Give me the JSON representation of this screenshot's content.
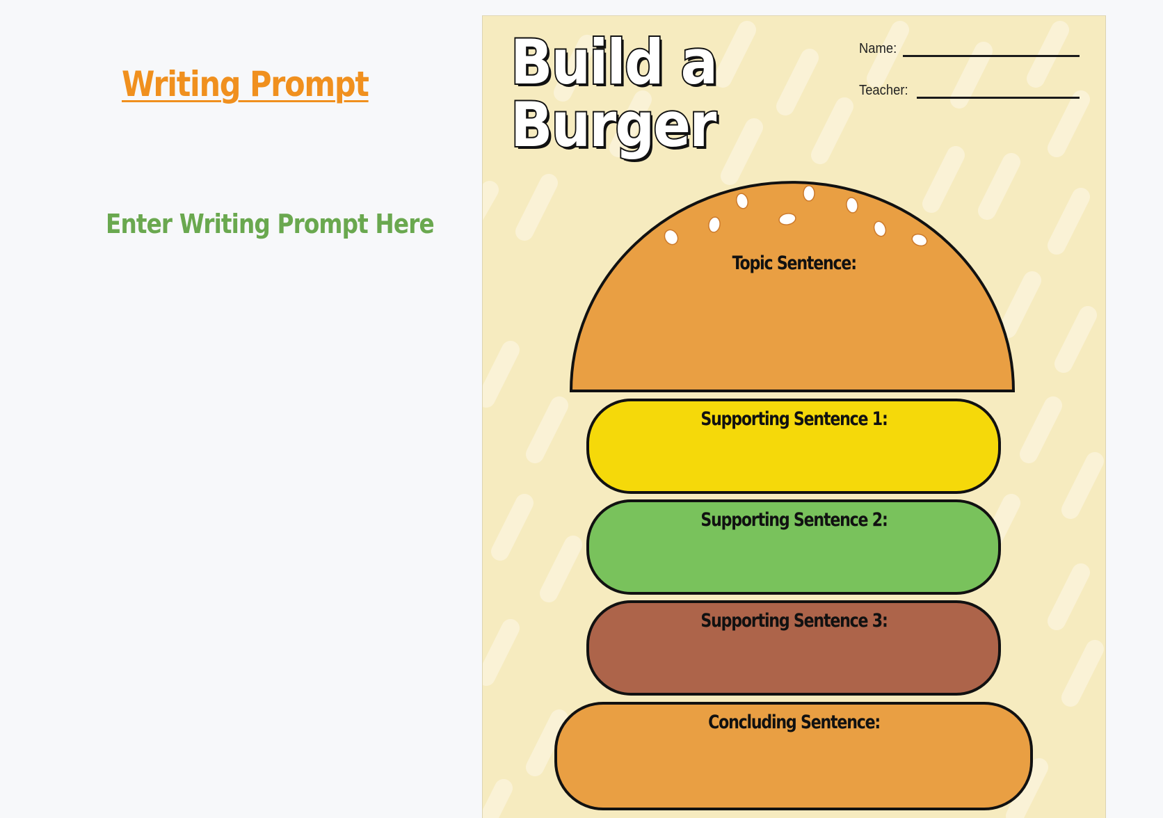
{
  "left_panel": {
    "heading": "Writing Prompt",
    "prompt_placeholder": "Enter Writing Prompt Here"
  },
  "worksheet": {
    "title_line1": "Build a",
    "title_line2": "Burger",
    "name_label": "Name:",
    "teacher_label": "Teacher:",
    "layers": {
      "topic": "Topic Sentence:",
      "supporting1": "Supporting Sentence 1:",
      "supporting2": "Supporting Sentence 2:",
      "supporting3": "Supporting Sentence 3:",
      "concluding": "Concluding Sentence:"
    }
  },
  "colors": {
    "heading": "#f0901e",
    "prompt": "#6aa84f",
    "paper": "#f6ebbf",
    "bun": "#e99f43",
    "cheese": "#f5d90a",
    "lettuce": "#79c25c",
    "patty": "#ad644a"
  }
}
